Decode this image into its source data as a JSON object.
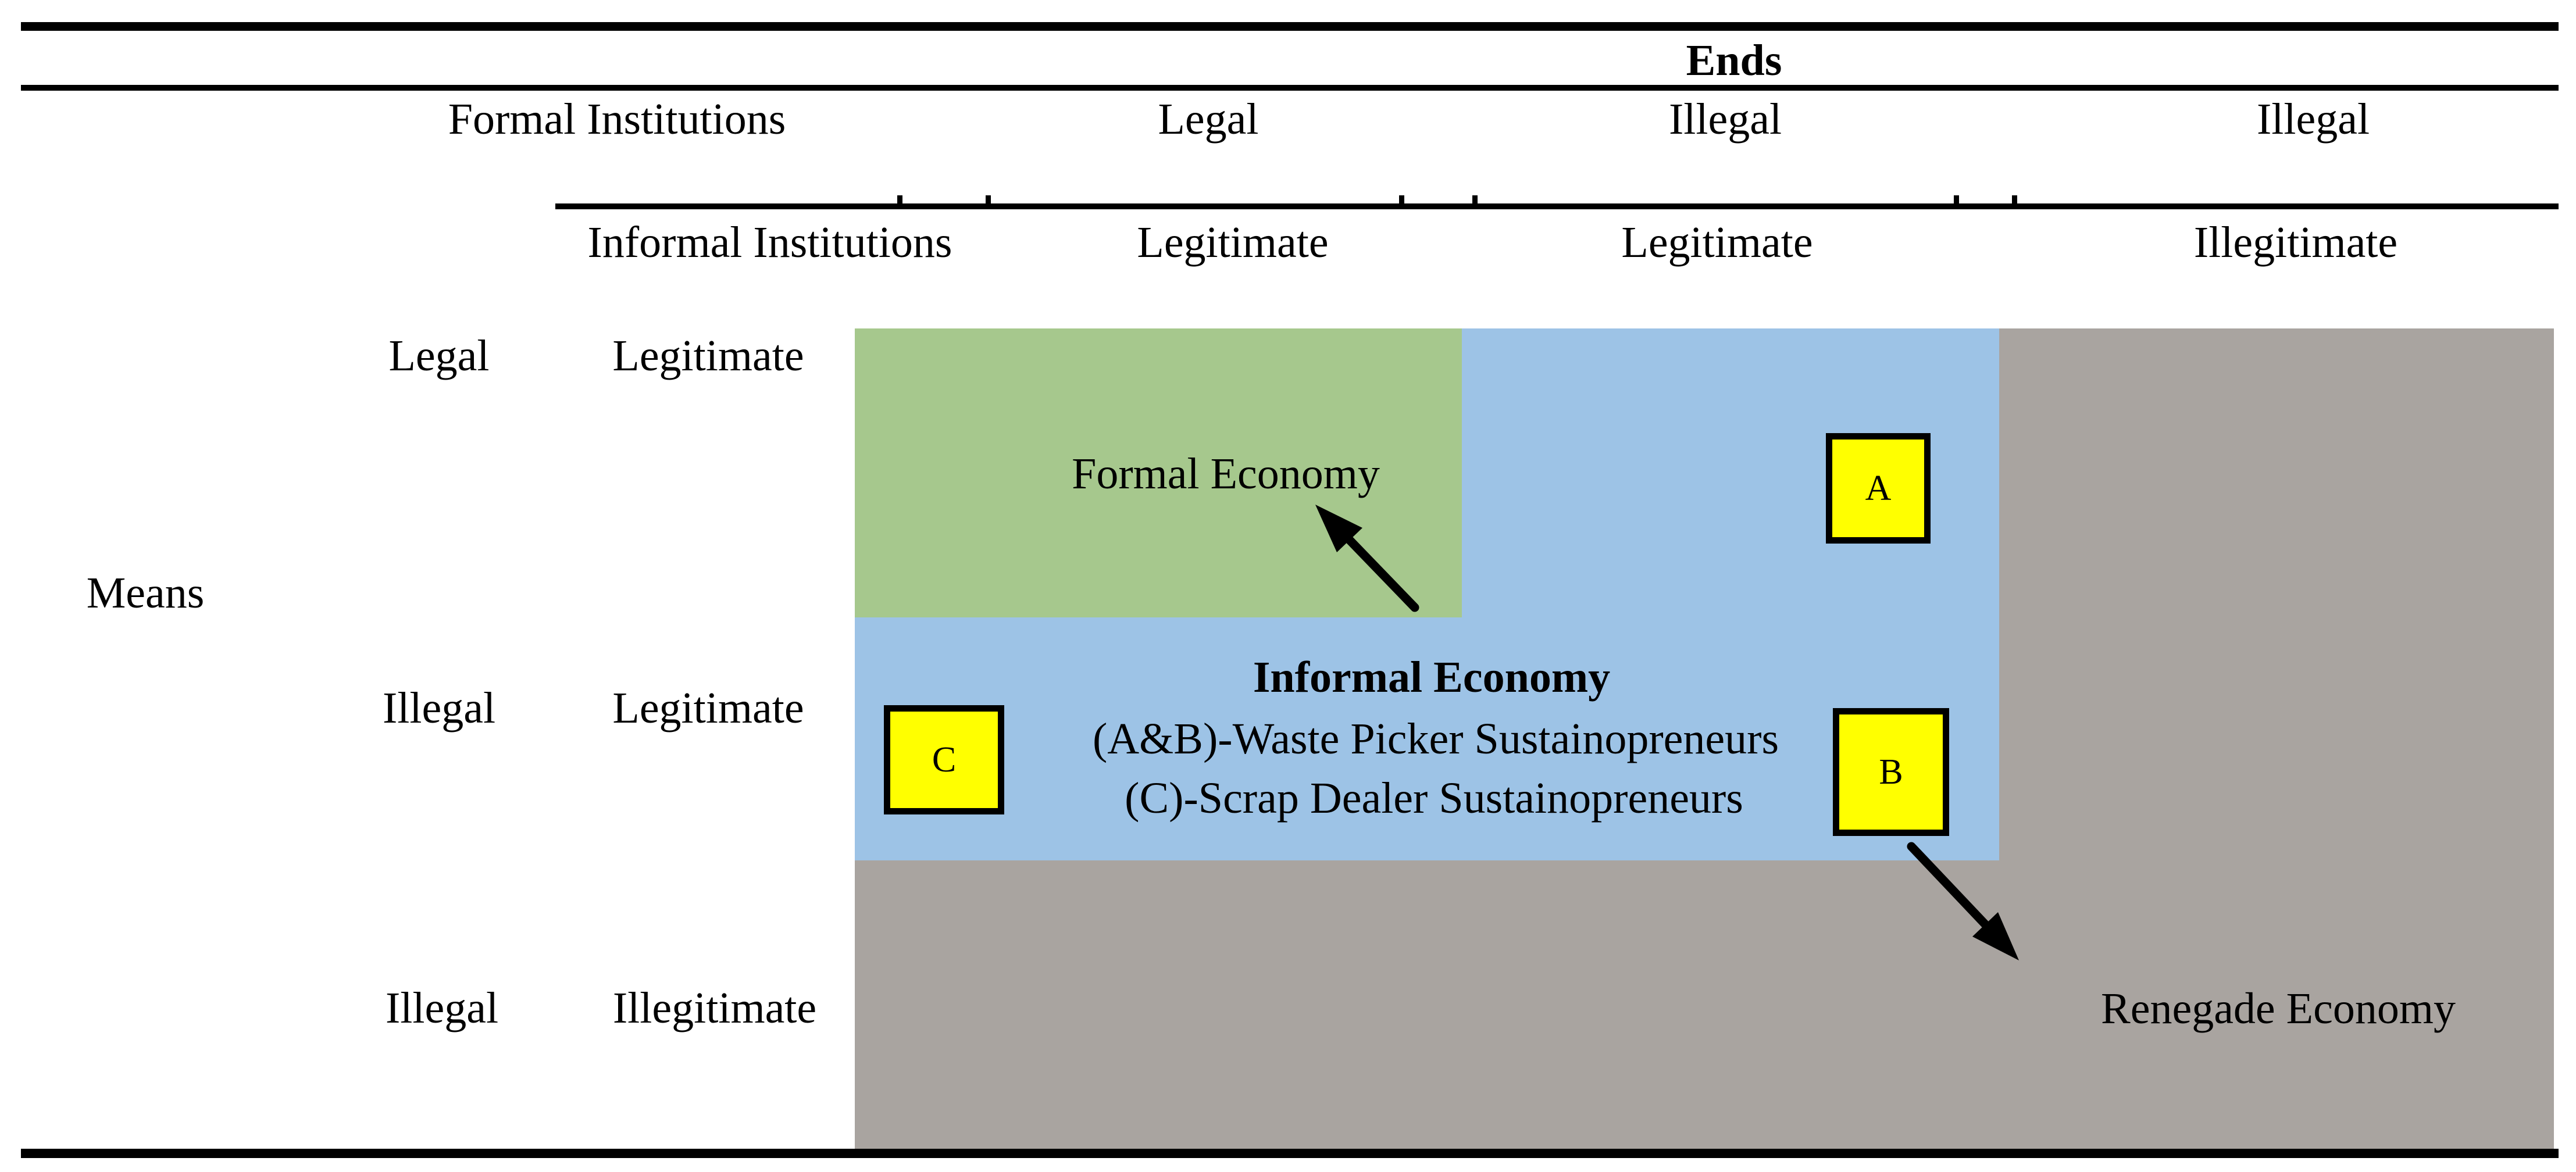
{
  "axes": {
    "ends": "Ends",
    "means": "Means"
  },
  "institution_header": {
    "formal": {
      "label": "Formal Institutions",
      "cols": [
        "Legal",
        "Illegal",
        "Illegal"
      ]
    },
    "informal": {
      "label": "Informal Institutions",
      "cols": [
        "Legitimate",
        "Legitimate",
        "Illegitimate"
      ]
    }
  },
  "means_rows": [
    {
      "formal": "Legal",
      "informal": "Legitimate"
    },
    {
      "formal": "Illegal",
      "informal": "Legitimate"
    },
    {
      "formal": "Illegal",
      "informal": "Illegitimate"
    }
  ],
  "regions": {
    "formal_economy": {
      "label": "Formal Economy",
      "color": "#a6c88d"
    },
    "informal_economy": {
      "title": "Informal Economy",
      "waste_picker": "(A&B)-Waste Picker Sustainopreneurs",
      "scrap_dealer": "(C)-Scrap Dealer Sustainopreneurs",
      "color": "#9dc3e6"
    },
    "renegade_economy": {
      "label": "Renegade Economy",
      "color": "#a9a4a0"
    }
  },
  "markers": {
    "a": "A",
    "b": "B",
    "c": "C",
    "fill": "#ffff00",
    "border": "#000000"
  },
  "line_color": "#000000"
}
